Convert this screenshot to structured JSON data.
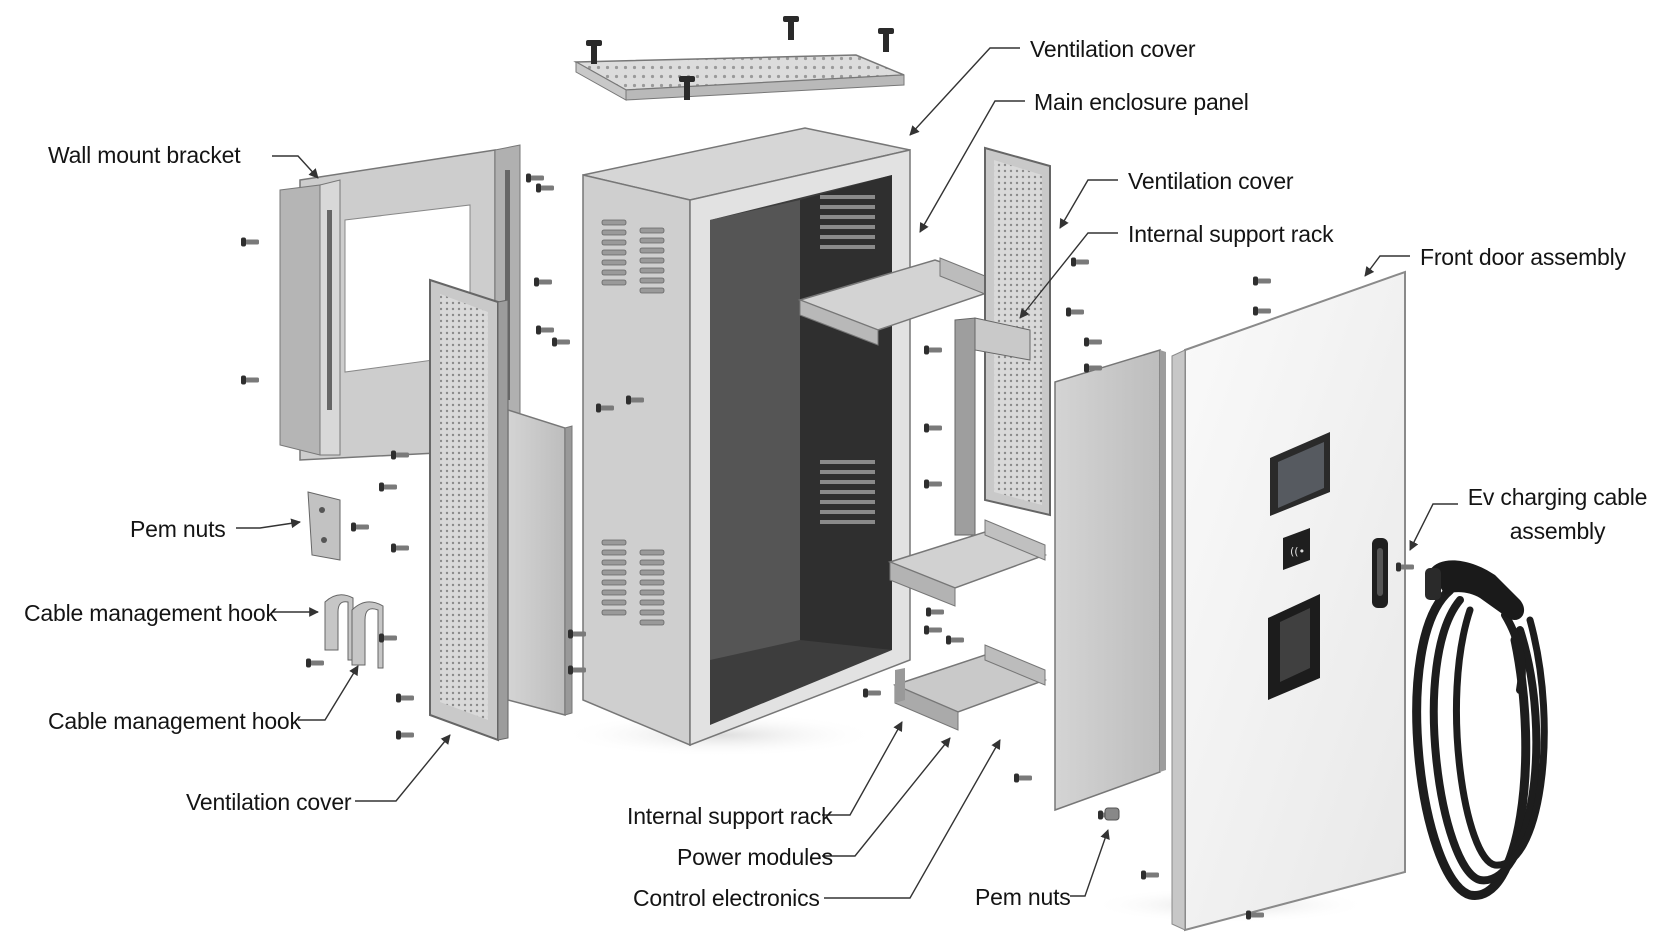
{
  "diagram": {
    "labels": {
      "ventilation_cover_top": "Ventilation cover",
      "main_enclosure_panel": "Main enclosure panel",
      "ventilation_cover_right": "Ventilation cover",
      "internal_support_rack_upper": "Internal support rack",
      "front_door_assembly": "Front door assembly",
      "wall_mount_bracket": "Wall mount bracket",
      "ev_charging_cable_line1": "Ev charging cable",
      "ev_charging_cable_line2": "assembly",
      "pem_nuts_left": "Pem nuts",
      "cable_management_hook_1": "Cable management hook",
      "cable_management_hook_2": "Cable management hook",
      "ventilation_cover_left": "Ventilation cover",
      "internal_support_rack_lower": "Internal support rack",
      "power_modules": "Power modules",
      "control_electronics": "Control electronics",
      "pem_nuts_bottom": "Pem nuts"
    },
    "colors": {
      "metal_light": "#e4e4e4",
      "metal_mid": "#bdbdbd",
      "metal_dark": "#6e6e6e",
      "interior_dark": "#3a3a3a",
      "door_white": "#f4f4f4",
      "cable_black": "#1c1c1c",
      "leader_line": "#333333"
    },
    "icons": [
      "screen-icon",
      "rfid-reader-icon",
      "charging-socket-icon"
    ]
  }
}
